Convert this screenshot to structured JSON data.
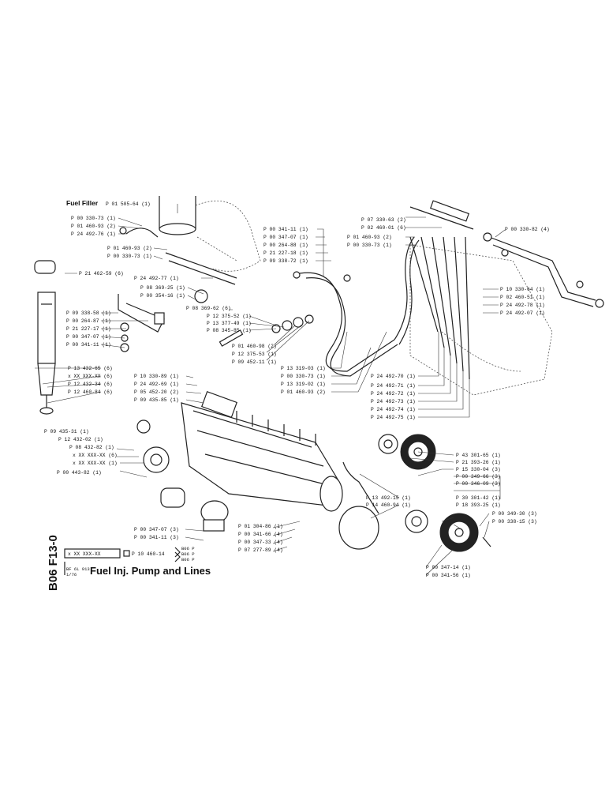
{
  "header": {
    "filter_title": "Fuel Filler",
    "filter_part": "P 01 505-64 (1)"
  },
  "side_title": "B06 F13-0",
  "footer": {
    "code": "x XX XXX-XX",
    "ref_part": "P 10 460-14",
    "variants": [
      "B06 P",
      "B06 P",
      "B06 P"
    ],
    "engine": "BF 6L 913",
    "page": "1/76",
    "title": "Fuel Inj. Pump and Lines"
  },
  "labels": [
    "P 00 330-73 (1)",
    "P 01 460-93 (2)",
    "P 24 492-76 (1)",
    "P 01 460-93 (2)",
    "P 00 330-73 (1)",
    "P 21 462-59 (6)",
    "P 24 492-77 (1)",
    "P 08 369-25 (1)",
    "P 00 354-16 (1)",
    "P 09 338-58 (1)",
    "P 00 264-87 (1)",
    "P 21 227-17 (1)",
    "P 00 347-07 (1)",
    "P 00 341-11 (1)",
    "P 08 369-62 (6)",
    "P 12 375-52 (1)",
    "P 13 377-49 (1)",
    "P 08 345-85 (1)",
    "P 01 460-98 (2)",
    "P 12 375-53 (1)",
    "P 09 452-11 (1)",
    "P 13 432-65 (6)",
    "x XX XXX-XX (6)",
    "P 12 432-34 (6)",
    "P 12 460-84 (6)",
    "P 10 330-89 (1)",
    "P 24 492-69 (1)",
    "P 05 452-20 (2)",
    "P 09 435-85 (1)",
    "P 09 435-31 (1)",
    "P 12 432-02 (1)",
    "P 08 432-82 (1)",
    "x XX XXX-XX (6)",
    "x XX XXX-XX (1)",
    "P 00 443-82 (1)",
    "P 00 341-11 (1)",
    "P 00 347-07 (1)",
    "P 00 264-88 (1)",
    "P 21 227-18 (1)",
    "P 09 338-72 (1)",
    "P 07 330-63 (2)",
    "P 02 460-01 (6)",
    "P 01 460-93 (2)",
    "P 00 330-73 (1)",
    "P 00 330-82 (4)",
    "P 10 330-64 (1)",
    "P 02 460-51 (1)",
    "P 24 492-78 (1)",
    "P 24 492-07 (1)",
    "P 13 319-03 (1)",
    "P 00 330-73 (1)",
    "P 13 319-02 (1)",
    "P 01 460-93 (2)",
    "P 24 492-70 (1)",
    "P 24 492-71 (1)",
    "P 24 492-72 (1)",
    "P 24 492-73 (1)",
    "P 24 492-74 (1)",
    "P 24 492-75 (1)",
    "P 43 301-65 (1)",
    "P 21 393-26 (1)",
    "P 15 330-04 (3)",
    "P 00 349-66 (3)",
    "P 00 346-09 (3)",
    "P 13 492-15 (1)",
    "P 14 460-94 (1)",
    "P 30 301-42 (1)",
    "P 18 393-25 (1)",
    "P 00 349-30 (3)",
    "P 00 338-15 (3)",
    "P 01 304-86 (1)",
    "P 00 341-66 (4)",
    "P 00 347-33 (4)",
    "P 07 277-89 (4)",
    "P 00 347-07 (3)",
    "P 00 341-11 (3)",
    "P 00 347-14 (1)",
    "P 00 341-56 (1)"
  ]
}
